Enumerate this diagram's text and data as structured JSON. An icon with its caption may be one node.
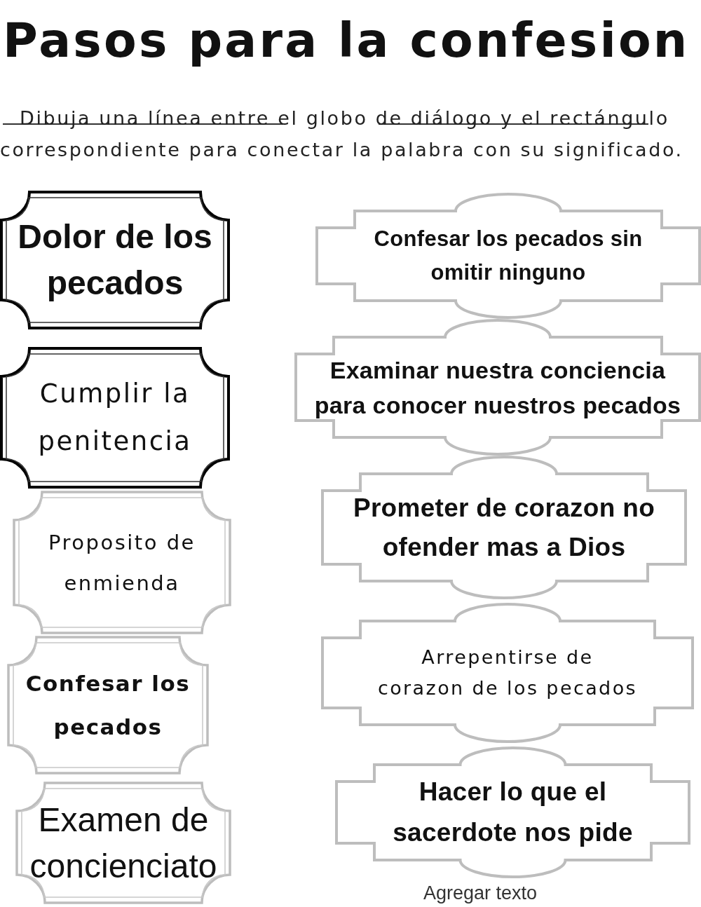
{
  "diagram": {
    "title": "Pasos para la confesion",
    "nodes": [
      {
        "text": [
          "Dolor de los pecados"
        ]
      },
      {
        "text": [
          "Cumplir la penitencia"
        ]
      },
      {
        "text": [
          "Proposito de enmienda"
        ]
      },
      {
        "text": [
          "Confesar los pecados"
        ]
      },
      {
        "text": [
          "Examen de concienciato"
        ]
      },
      {
        "text": [
          "Confesar los pecados sin omitir ninguno"
        ]
      },
      {
        "text": [
          "Examinar nuestra conciencia para conocer nuestros pecados"
        ]
      },
      {
        "text": [
          "Prometer de corazon no ofender mas a Dios"
        ]
      },
      {
        "text": [
          "Arrepentirse de corazon de los pecados"
        ]
      },
      {
        "text": [
          "Hacer lo que el sacerdote nos pide"
        ]
      }
    ],
    "labels": [
      "Dibuja una línea entre el globo de diálogo y el rectángulo correspondiente para conectar la palabra con su significado.",
      "Agregar texto"
    ]
  }
}
